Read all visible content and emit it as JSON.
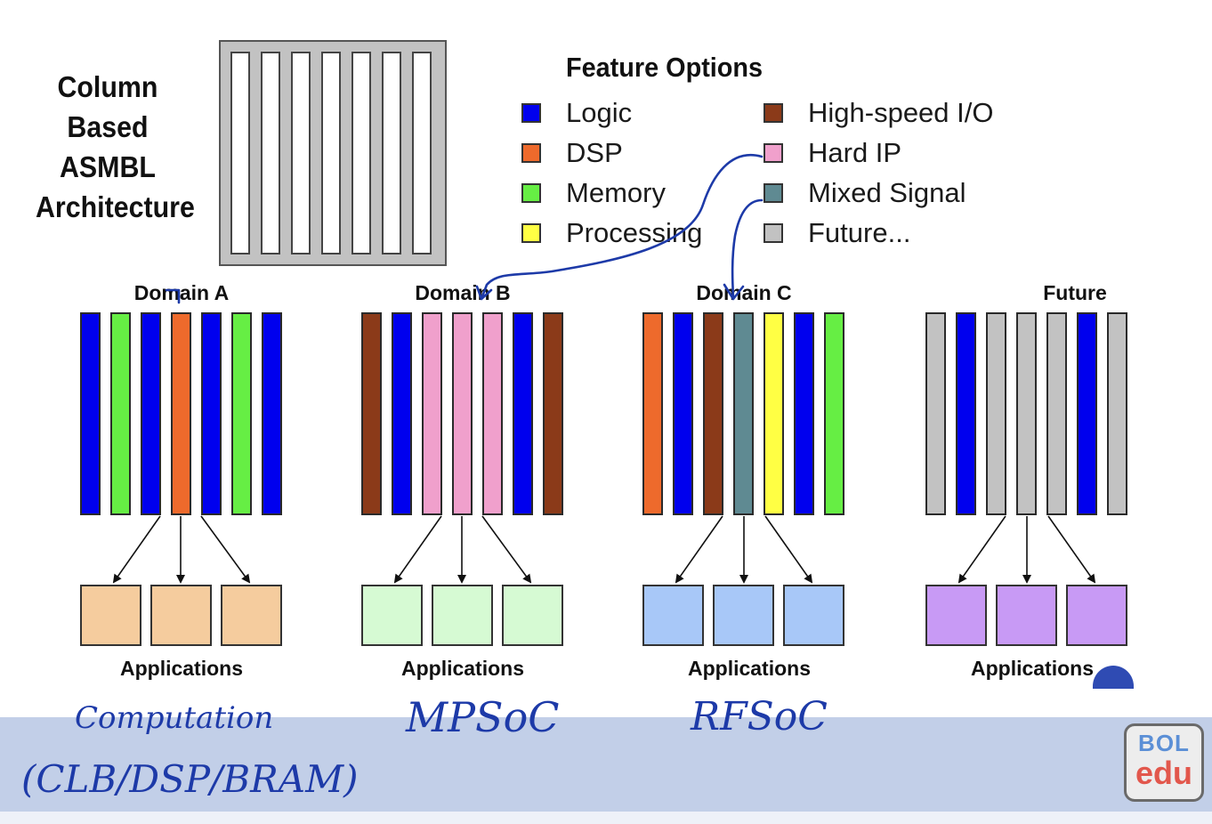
{
  "title_lines": [
    "Column",
    "Based",
    "ASMBL",
    "Architecture"
  ],
  "legend": {
    "title": "Feature Options",
    "items": [
      {
        "label": "Logic",
        "color": "#0000ee"
      },
      {
        "label": "DSP",
        "color": "#ee6a2c"
      },
      {
        "label": "Memory",
        "color": "#66ee44"
      },
      {
        "label": "Processing",
        "color": "#ffff44"
      },
      {
        "label": "High-speed I/O",
        "color": "#8b3a19"
      },
      {
        "label": "Hard IP",
        "color": "#f0a0cc"
      },
      {
        "label": "Mixed Signal",
        "color": "#5f8a92"
      },
      {
        "label": "Future...",
        "color": "#c2c2c2"
      }
    ]
  },
  "domains": [
    {
      "title": "Domain A",
      "columns": [
        "#0000ee",
        "#66ee44",
        "#0000ee",
        "#ee6a2c",
        "#0000ee",
        "#66ee44",
        "#0000ee"
      ],
      "app_color": "#f5cc9e",
      "apps_label": "Applications"
    },
    {
      "title": "Domain B",
      "columns": [
        "#8b3a19",
        "#0000ee",
        "#f0a0cc",
        "#f0a0cc",
        "#f0a0cc",
        "#0000ee",
        "#8b3a19"
      ],
      "app_color": "#d6fad3",
      "apps_label": "Applications"
    },
    {
      "title": "Domain C",
      "columns": [
        "#ee6a2c",
        "#0000ee",
        "#8b3a19",
        "#5f8a92",
        "#ffff44",
        "#0000ee",
        "#66ee44"
      ],
      "app_color": "#a8c8f8",
      "apps_label": "Applications"
    },
    {
      "title": "Future",
      "columns": [
        "#c2c2c2",
        "#0000ee",
        "#c2c2c2",
        "#c2c2c2",
        "#c2c2c2",
        "#0000ee",
        "#c2c2c2"
      ],
      "app_color": "#c89af5",
      "apps_label": "Applications"
    }
  ],
  "annotations": [
    "Computation",
    "(CLB/DSP/BRAM)",
    "MPSoC",
    "RFSoC"
  ],
  "logo": {
    "top": "BOL",
    "bottom": "edu"
  },
  "colors": {
    "band": "#c2cfe8",
    "ink": "#1d3aa8"
  }
}
